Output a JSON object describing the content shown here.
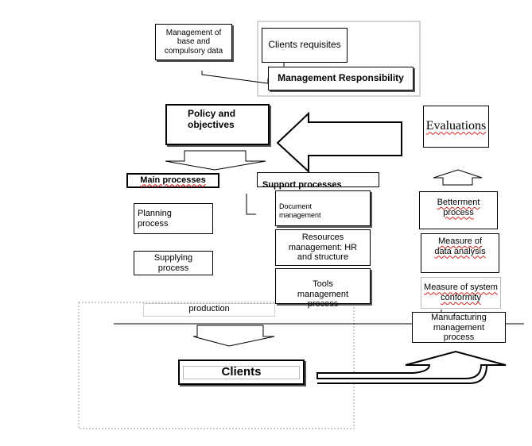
{
  "labels": {
    "management_base_data": "Management of base and compulsory data",
    "clients_requisites": "Clients requisites",
    "management_responsibility": "Management Responsibility",
    "policy_objectives": "Policy and objectives",
    "evaluations": "Evaluations",
    "main_processes": "Main processes",
    "support_processes": "Support processes",
    "document_management": "Document management",
    "planning_process": "Planning process",
    "resources_management": "Resources management: HR and structure",
    "supplying_process": "Supplying process",
    "tools_management": "Tools management process",
    "production": "production",
    "betterment_process": "Betterment process",
    "measure_data_analysis": "Measure of data analysis",
    "measure_system_conformity": "Measure of system conformity",
    "manufacturing_management": "Manufacturing management process",
    "clients": "Clients"
  }
}
